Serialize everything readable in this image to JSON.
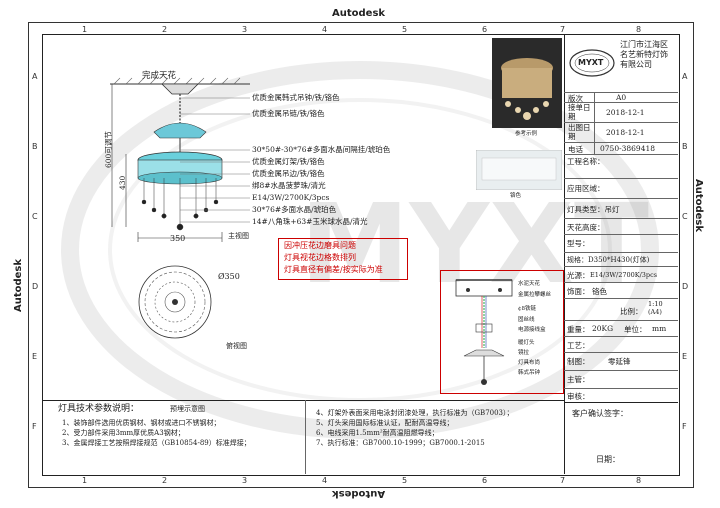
{
  "border": {
    "brand": "Autodesk"
  },
  "columns": [
    "1",
    "2",
    "3",
    "4",
    "5",
    "6",
    "7",
    "8"
  ],
  "rows": [
    "A",
    "B",
    "C",
    "D",
    "E",
    "F"
  ],
  "drawing": {
    "ceiling_label": "完成天花",
    "callouts": [
      "优质金属韩式吊钟/铁/铬色",
      "优质金属吊链/铁/铬色",
      "30*50#-30*76#多面水晶间隔挂/琥珀色",
      "优质金属灯架/铁/铬色",
      "优质金属吊边/铁/铬色",
      "绑8#水晶菠萝珠/清光",
      "E14/3W/2700K/3pcs",
      "30*76#多面水晶/琥珀色",
      "14#八角珠+63#玉米球水晶/清光"
    ],
    "height_dim1": "600可调节",
    "height_dim2": "430",
    "width_dim": "350",
    "view_main": "主视图",
    "diameter": "Ø350",
    "view_bottom": "俯视图",
    "notes_red": [
      "因冲压花边磨具问题",
      "灯具视花边格数排列",
      "灯具直径有偏差/按实际为准"
    ]
  },
  "wiring": {
    "labels": [
      "水泥天花",
      "金属拉攀螺丝",
      "¢8铁链",
      "固丝线",
      "电源接线盒",
      "暖灯头",
      "镜拉",
      "灯具布尚",
      "韩式吊钟"
    ]
  },
  "tech": {
    "title": "灯具技术参数说明：",
    "subtitle": "预埋示意图",
    "left": [
      "1、装饰部件选用优质钢材、钢材或进口不锈钢材；",
      "2、受力部件采用3mm厚优质A3钢材；",
      "3、金属焊接工艺按照焊接规范（GB10854-89）标准焊接；"
    ],
    "right": [
      "4、灯架外表面采用电泳封闭漆处理，执行标准为（GB7003）；",
      "5、灯头采用国际标准认证，配耐高温导线；",
      "6、电线采用1.5mm²耐高温阻燃导线；",
      "7、执行标准：GB7000.10-1999；GB7000.1-2015"
    ]
  },
  "title_block": {
    "company": [
      "江门市江海区",
      "名艺新特灯饰",
      "有限公司"
    ],
    "logo": "MYXT",
    "ref_photo": "参考示例",
    "color_swatch": "铬色",
    "version_label": "版次",
    "version": "A0",
    "received_label": "接单日期",
    "received": "2018-12-1",
    "issued_label": "出图日期",
    "issued": "2018-12-1",
    "phone_label": "电话",
    "phone": "0750-3869418",
    "fields": [
      "工程名称：",
      "应用区域：",
      "灯具类型：吊灯",
      "天花高度：",
      "型号："
    ],
    "spec": "规格：D350*H430(灯体)",
    "light_source_label": "光源：",
    "light_source": "E14/3W/2700K/3pcs",
    "finish_label": "饰面：",
    "finish": "铬色",
    "scale_label": "比例：",
    "scale": "1:10 (A4)",
    "weight_label": "重量：",
    "weight": "20KG",
    "unit_label": "单位：",
    "unit": "mm",
    "craft_label": "工艺：",
    "drawn_label": "制图：",
    "drawn": "零延锋",
    "check_label": "主管：",
    "review_label": "审核：",
    "customer": "客户确认签字：",
    "date": "日期："
  }
}
